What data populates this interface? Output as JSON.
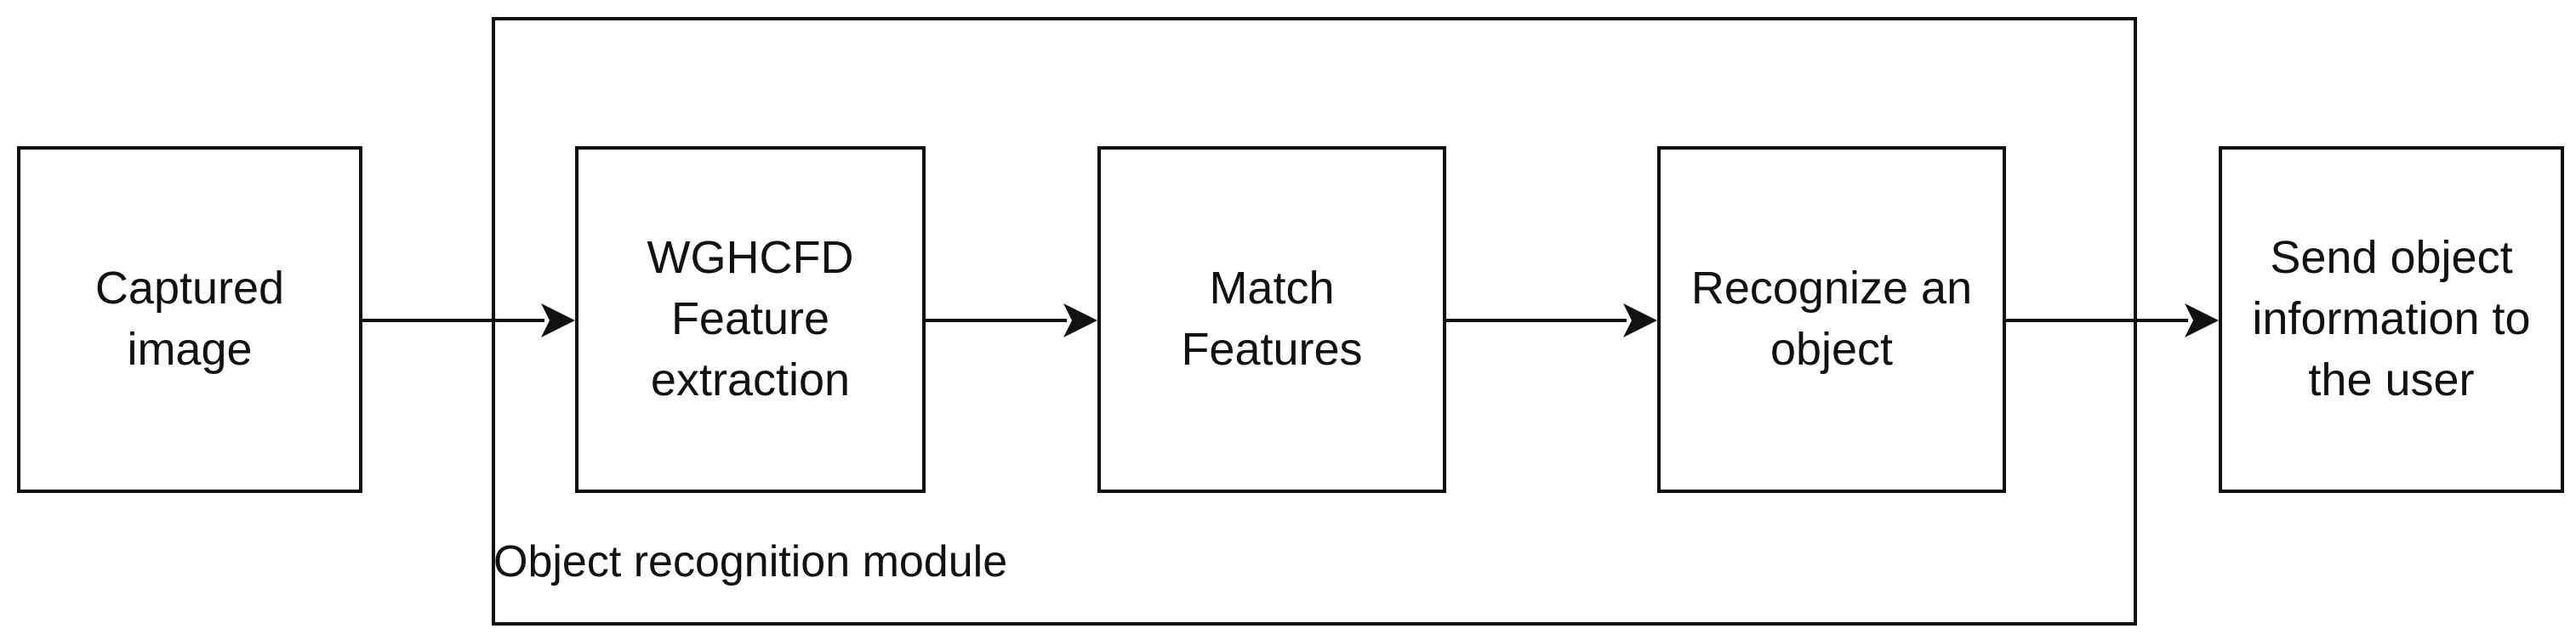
{
  "diagram": {
    "module": {
      "label": "Object recognition module"
    },
    "nodes": [
      {
        "id": "captured",
        "label": "Captured\nimage"
      },
      {
        "id": "wghcfd",
        "label": "WGHCFD\nFeature\nextraction"
      },
      {
        "id": "match",
        "label": "Match\nFeatures"
      },
      {
        "id": "recognize",
        "label": "Recognize an\nobject"
      },
      {
        "id": "send",
        "label": "Send object\ninformation to\nthe user"
      }
    ],
    "edges": [
      {
        "from": "captured",
        "to": "wghcfd"
      },
      {
        "from": "wghcfd",
        "to": "match"
      },
      {
        "from": "match",
        "to": "recognize"
      },
      {
        "from": "recognize",
        "to": "send"
      }
    ]
  }
}
